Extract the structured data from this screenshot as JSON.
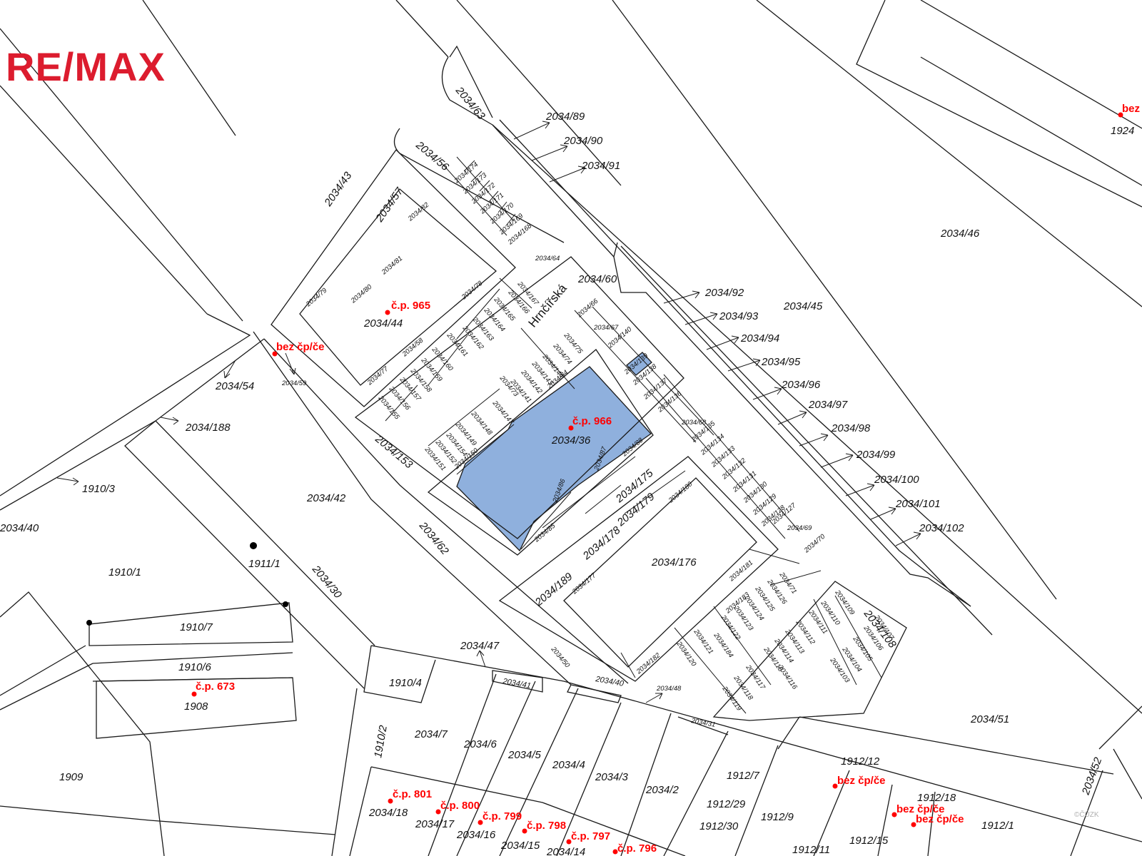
{
  "logo": {
    "text": "RE/MAX",
    "color": "#dc1c2e"
  },
  "highlight_color": "#8fb0dd",
  "building_number_color": "#ff0000",
  "street": "Hrnčířská",
  "copyright": "©ČÚZK",
  "parcels": {
    "p2034_89": "2034/89",
    "p2034_90": "2034/90",
    "p2034_91": "2034/91",
    "p2034_92": "2034/92",
    "p2034_93": "2034/93",
    "p2034_94": "2034/94",
    "p2034_95": "2034/95",
    "p2034_96": "2034/96",
    "p2034_97": "2034/97",
    "p2034_98": "2034/98",
    "p2034_99": "2034/99",
    "p2034_100": "2034/100",
    "p2034_101": "2034/101",
    "p2034_102": "2034/102",
    "p2034_46": "2034/46",
    "p2034_45": "2034/45",
    "p2034_60": "2034/60",
    "p2034_63": "2034/63",
    "p2034_56": "2034/56",
    "p2034_57": "2034/57",
    "p2034_43": "2034/43",
    "p2034_44": "2034/44",
    "p2034_36": "2034/36",
    "p2034_54": "2034/54",
    "p2034_188": "2034/188",
    "p2034_153": "2034/153",
    "p2034_42": "2034/42",
    "p2034_62": "2034/62",
    "p2034_30": "2034/30",
    "p2034_40a": "2034/40",
    "p2034_176": "2034/176",
    "p2034_51": "2034/51",
    "p2034_47": "2034/47",
    "p2034_41": "2034/41",
    "p2034_40": "2034/40",
    "p2034_48": "2034/48",
    "p2034_31": "2034/31",
    "p2034_52": "2034/52",
    "p2034_7": "2034/7",
    "p2034_6": "2034/6",
    "p2034_5": "2034/5",
    "p2034_4": "2034/4",
    "p2034_3": "2034/3",
    "p2034_2": "2034/2",
    "p2034_18": "2034/18",
    "p2034_17": "2034/17",
    "p2034_16": "2034/16",
    "p2034_15": "2034/15",
    "p2034_14": "2034/14",
    "p2034_108": "2034/108",
    "p2034_179": "2034/179",
    "p2034_178": "2034/178",
    "p2034_175": "2034/175",
    "p2034_189": "2034/189",
    "p1910_3": "1910/3",
    "p1910_1": "1910/1",
    "p1911_1": "1911/1",
    "p1910_7": "1910/7",
    "p1910_6": "1910/6",
    "p1908": "1908",
    "p1909": "1909",
    "p1910_4": "1910/4",
    "p1910_2": "1910/2",
    "p1924": "1924",
    "p1912_12": "1912/12",
    "p1912_7": "1912/7",
    "p1912_29": "1912/29",
    "p1912_30": "1912/30",
    "p1912_9": "1912/9",
    "p1912_18": "1912/18",
    "p1912_15": "1912/15",
    "p1912_1": "1912/1",
    "p1912_11": "1912/11"
  },
  "small_parcels": {
    "s174": "2034/174",
    "s173": "2034/173",
    "s172": "2034/172",
    "s171": "2034/171",
    "s170": "2034/170",
    "s169": "2034/169",
    "s64": "2034/64",
    "s82": "2034/82",
    "s81": "2034/81",
    "s80": "2034/80",
    "s79": "2034/79",
    "s78": "2034/78",
    "s77": "2034/77",
    "s58": "2034/58",
    "s59": "2034/59",
    "s168": "2034/168",
    "s167": "2034/167",
    "s166": "2034/166",
    "s165": "2034/165",
    "s164": "2034/164",
    "s163": "2034/163",
    "s162": "2034/162",
    "s161": "2034/161",
    "s160": "2034/160",
    "s159": "2034/159",
    "s158": "2034/158",
    "s157": "2034/157",
    "s156": "2034/156",
    "s155": "2034/155",
    "s154": "2034/154",
    "s152": "2034/152",
    "s151": "2034/151",
    "s75": "2034/75",
    "s74": "2034/74",
    "s144": "2034/144",
    "s143": "2034/143",
    "s142": "2034/142",
    "s141": "2034/141",
    "s73": "2034/73",
    "s72": "2034/72",
    "s147": "2034/147",
    "s148": "2034/148",
    "s149": "2034/149",
    "s150": "2034/150",
    "s84": "2034/84",
    "s83": "2034/83",
    "s86": "2034/86",
    "s87": "2034/87",
    "s88": "2034/88",
    "s85": "2034/85",
    "s180": "2034/180",
    "s177": "2034/177",
    "s182": "2034/182",
    "s181": "2034/181",
    "s66": "2034/66",
    "s67": "2034/67",
    "s140": "2034/140",
    "s139": "2034/139",
    "s138": "2034/138",
    "s137": "2034/137",
    "s136": "2034/136",
    "s68": "2034/68",
    "s135": "2034/135",
    "s134": "2034/134",
    "s133": "2034/133",
    "s132": "2034/132",
    "s131": "2034/131",
    "s130": "2034/130",
    "s129": "2034/129",
    "s128": "2034/128",
    "s127": "2034/127",
    "s69": "2034/69",
    "s70": "2034/70",
    "s71": "2034/71",
    "s126": "2034/126",
    "s125": "2034/125",
    "s124": "2034/124",
    "s123": "2034/123",
    "s122": "2034/122",
    "s121": "2034/121",
    "s120": "2034/120",
    "s183": "2034/183",
    "s184": "2034/184",
    "s109": "2034/109",
    "s110": "2034/110",
    "s111": "2034/111",
    "s112": "2034/112",
    "s113": "2034/113",
    "s114": "2034/114",
    "s115": "2034/115",
    "s116": "2034/116",
    "s117": "2034/117",
    "s118": "2034/118",
    "s119": "2034/119",
    "s107": "2034/107",
    "s106": "2034/106",
    "s105": "2034/105",
    "s104": "2034/104",
    "s103": "2034/103",
    "s50": "2034/50",
    "s40b": "2034/40"
  },
  "buildings": {
    "b965": "č.p. 965",
    "b966": "č.p. 966",
    "b673": "č.p. 673",
    "b801": "č.p. 801",
    "b800": "č.p. 800",
    "b799": "č.p. 799",
    "b798": "č.p. 798",
    "b797": "č.p. 797",
    "b796": "č.p. 796",
    "bez1": "bez čp/če",
    "bez2": "bez",
    "bez3": "bez čp/če",
    "bez4": "bez čp/če",
    "bez5": "bez čp/če"
  }
}
